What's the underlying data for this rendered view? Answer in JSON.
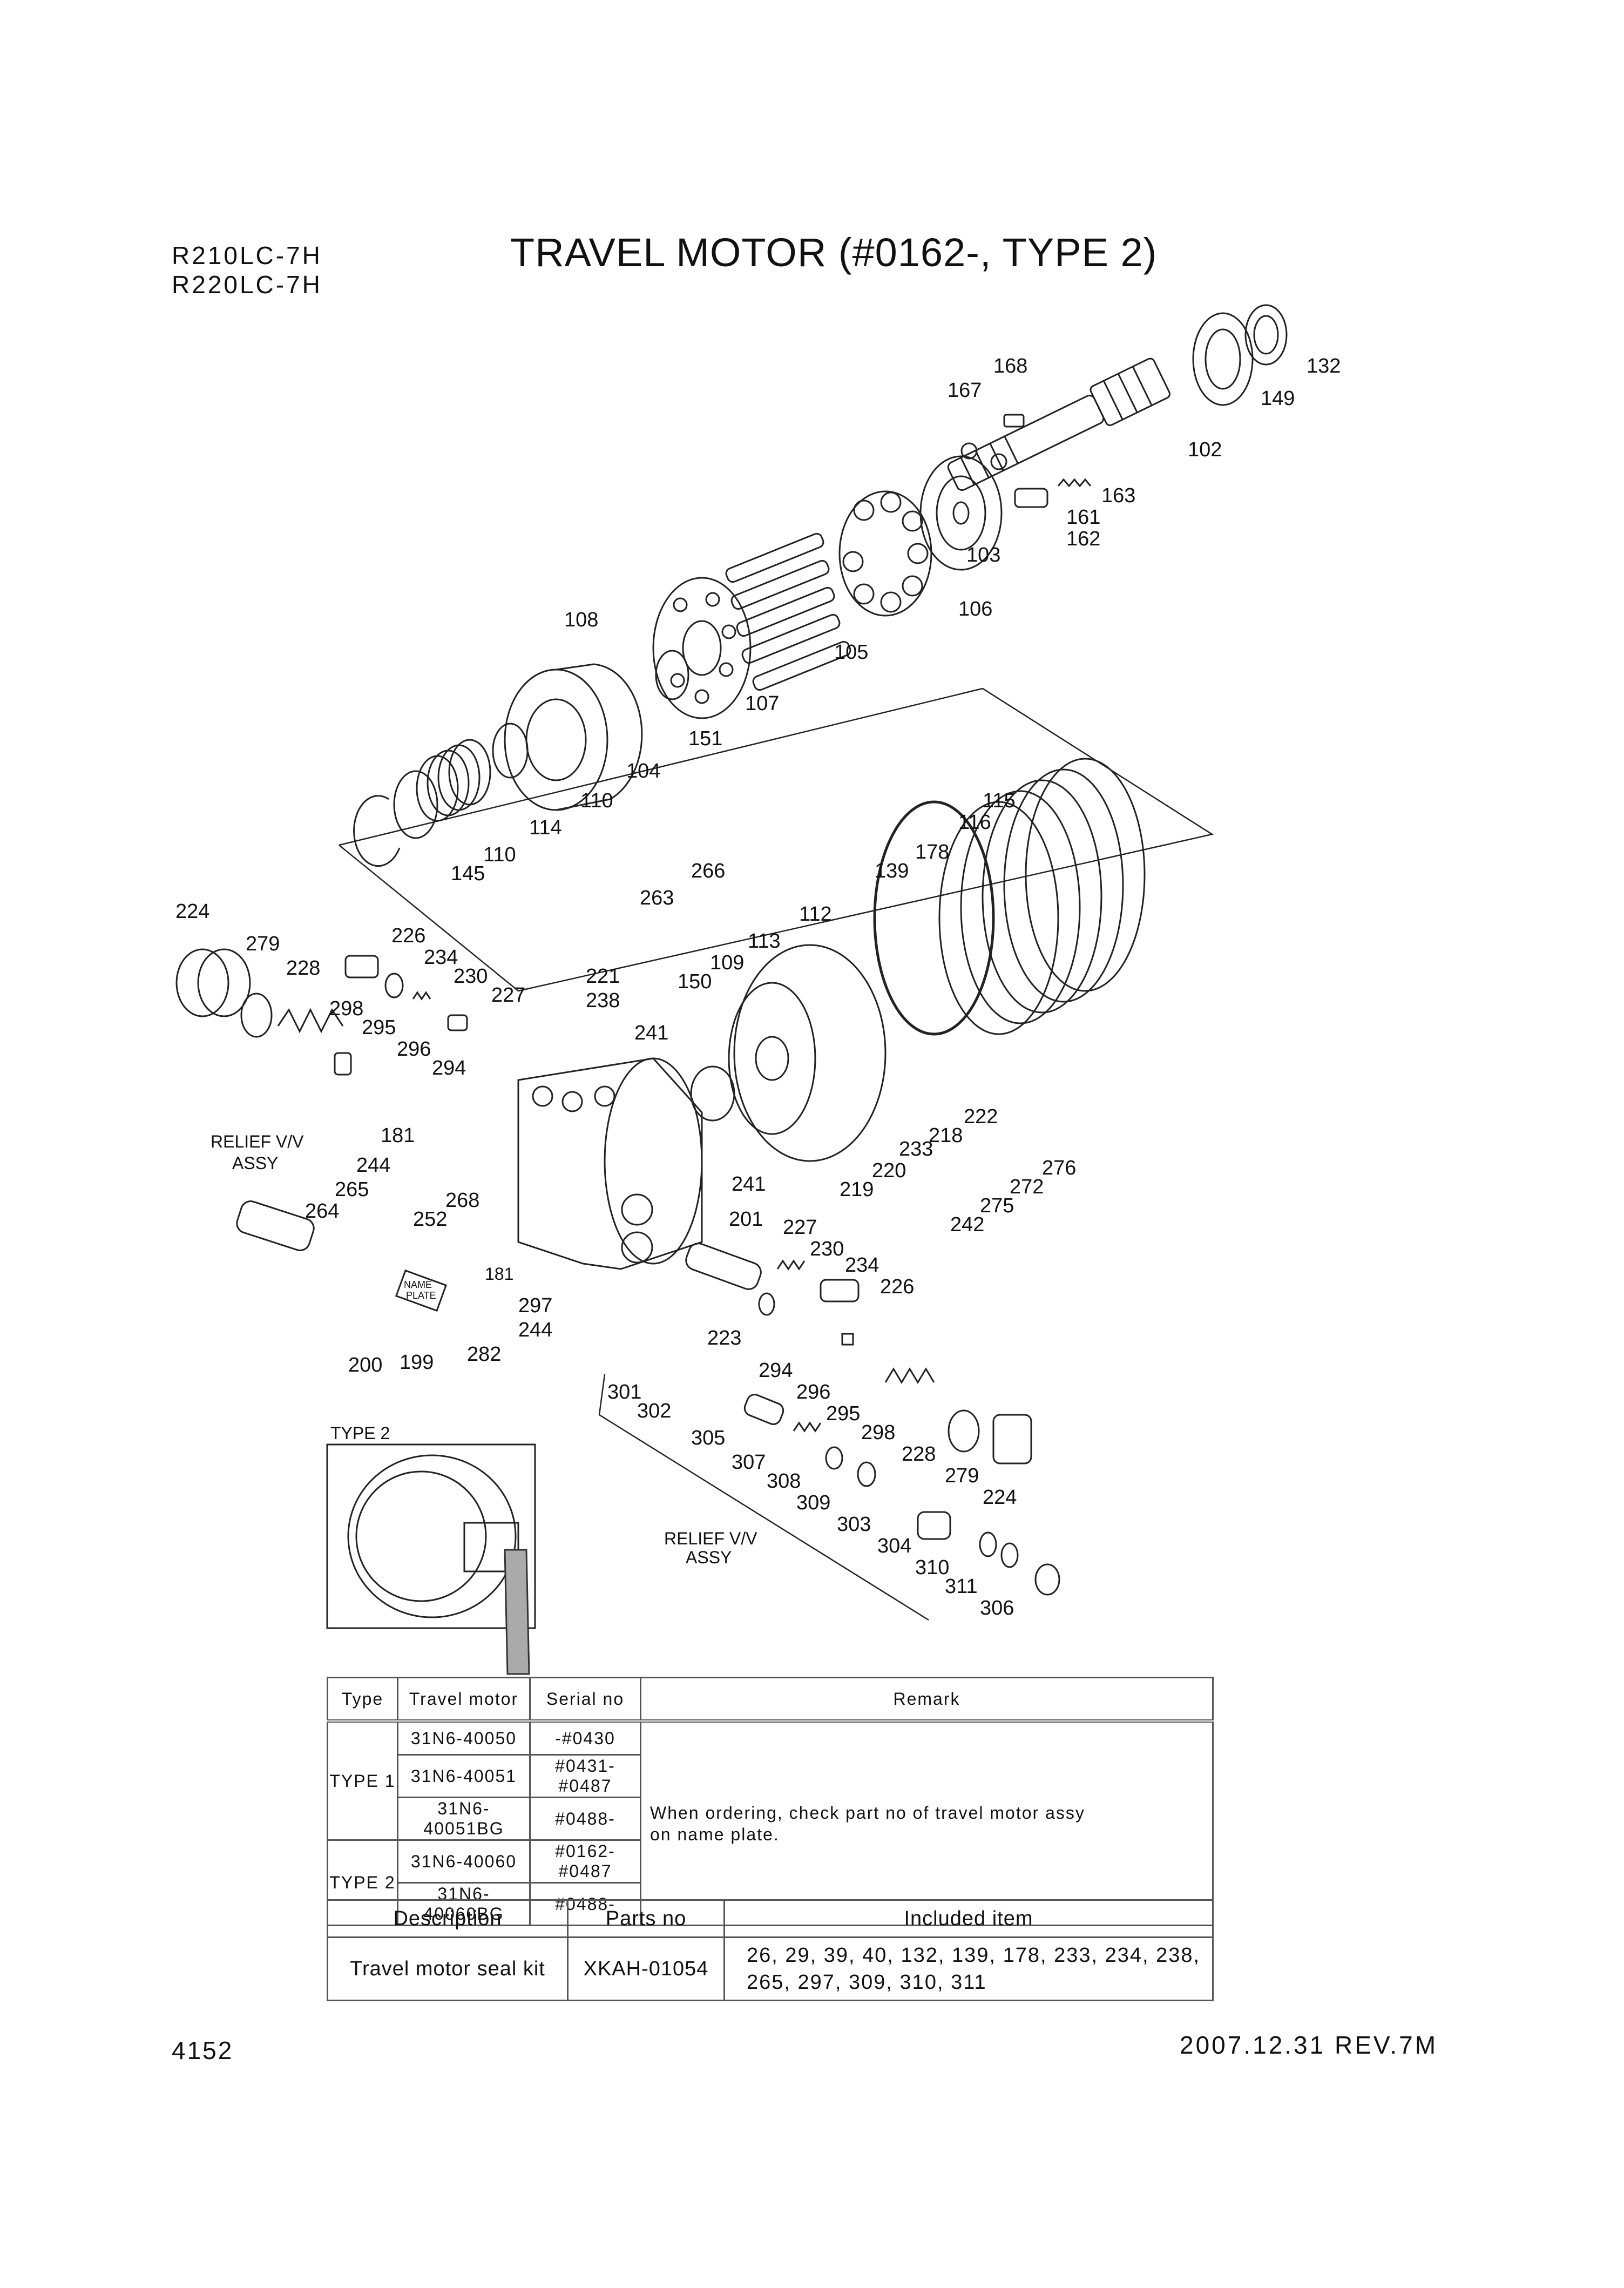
{
  "header": {
    "models": [
      "R210LC-7H",
      "R220LC-7H"
    ],
    "title": "TRAVEL MOTOR (#0162-, TYPE 2)"
  },
  "diagram": {
    "part_labels": [
      "132",
      "149",
      "168",
      "167",
      "102",
      "163",
      "161",
      "162",
      "103",
      "106",
      "105",
      "108",
      "107",
      "151",
      "104",
      "110",
      "114",
      "110",
      "145",
      "266",
      "263",
      "112",
      "113",
      "109",
      "150",
      "178",
      "116",
      "115",
      "139",
      "224",
      "279",
      "228",
      "226",
      "234",
      "230",
      "227",
      "298",
      "295",
      "296",
      "294",
      "221",
      "238",
      "241",
      "222",
      "218",
      "233",
      "220",
      "219",
      "276",
      "272",
      "275",
      "242",
      "181",
      "244",
      "265",
      "264",
      "252",
      "268",
      "201",
      "241",
      "227",
      "230",
      "234",
      "226",
      "181",
      "297",
      "244",
      "223",
      "294",
      "296",
      "295",
      "298",
      "228",
      "279",
      "224",
      "200",
      "199",
      "282",
      "301",
      "302",
      "305",
      "307",
      "308",
      "309",
      "303",
      "304",
      "310",
      "311",
      "306"
    ],
    "callouts": {
      "relief_valve_left": [
        "RELIEF V/V",
        "ASSY"
      ],
      "relief_valve_lower": [
        "RELIEF V/V",
        "ASSY"
      ],
      "inset_label": "TYPE 2",
      "plate_text": [
        "NAME",
        "PLATE"
      ]
    }
  },
  "type_table": {
    "headers": [
      "Type",
      "Travel motor",
      "Serial no",
      "Remark"
    ],
    "groups": [
      {
        "type": "TYPE 1",
        "rows": [
          {
            "motor": "31N6-40050",
            "serial": "-#0430"
          },
          {
            "motor": "31N6-40051",
            "serial": "#0431-#0487"
          },
          {
            "motor": "31N6-40051BG",
            "serial": "#0488-"
          }
        ]
      },
      {
        "type": "TYPE 2",
        "rows": [
          {
            "motor": "31N6-40060",
            "serial": "#0162-#0487"
          },
          {
            "motor": "31N6-40060BG",
            "serial": "#0488-"
          }
        ]
      }
    ],
    "remark_lines": [
      "When ordering, check part no of travel motor assy",
      "on name plate."
    ]
  },
  "kit_table": {
    "headers": [
      "Description",
      "Parts no",
      "Included item"
    ],
    "description": "Travel motor seal kit",
    "parts_no": "XKAH-01054",
    "included_lines": [
      "26, 29, 39, 40, 132, 139, 178, 233, 234, 238,",
      "265, 297, 309, 310, 311"
    ]
  },
  "footer": {
    "page_number": "4152",
    "revision": "2007.12.31  REV.7M"
  }
}
